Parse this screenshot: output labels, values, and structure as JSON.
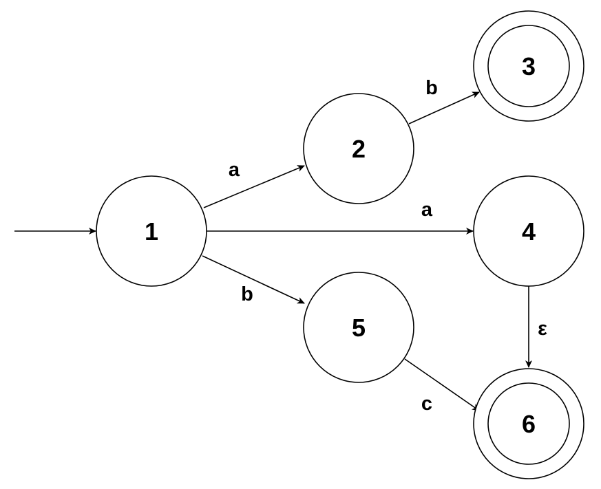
{
  "automaton": {
    "start_state": "1",
    "states": [
      {
        "id": "1",
        "label": "1",
        "accepting": false
      },
      {
        "id": "2",
        "label": "2",
        "accepting": false
      },
      {
        "id": "3",
        "label": "3",
        "accepting": true
      },
      {
        "id": "4",
        "label": "4",
        "accepting": false
      },
      {
        "id": "5",
        "label": "5",
        "accepting": false
      },
      {
        "id": "6",
        "label": "6",
        "accepting": true
      }
    ],
    "transitions": [
      {
        "from": "1",
        "to": "2",
        "symbol": "a"
      },
      {
        "from": "2",
        "to": "3",
        "symbol": "b"
      },
      {
        "from": "1",
        "to": "4",
        "symbol": "a"
      },
      {
        "from": "1",
        "to": "5",
        "symbol": "b"
      },
      {
        "from": "4",
        "to": "6",
        "symbol": "ε"
      },
      {
        "from": "5",
        "to": "6",
        "symbol": "c"
      }
    ]
  }
}
